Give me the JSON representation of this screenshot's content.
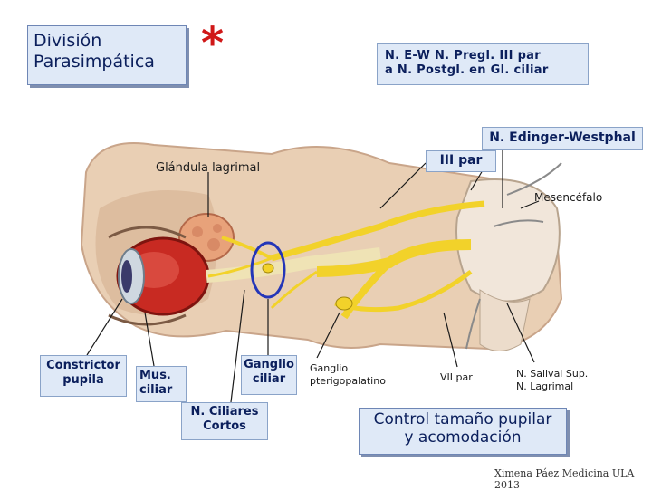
{
  "title": "División Parasimpática",
  "asterisk": "*",
  "top_note": {
    "line1": "N. E-W N. Pregl. III par",
    "line2": "a N. Postgl.  en Gl. ciliar"
  },
  "labels": {
    "edinger_westphal": "N. Edinger-Westphal",
    "iii_par": "III par",
    "glandula_lagrimal": "Glándula lagrimal",
    "mesencefalo": "Mesencéfalo",
    "constrictor_line1": "Constrictor",
    "constrictor_line2": "pupila",
    "mus_line1": "Mus.",
    "mus_line2": "ciliar",
    "ganglio_ciliar_line1": "Ganglio",
    "ganglio_ciliar_line2": "ciliar",
    "ciliares_line1": "N. Ciliares",
    "ciliares_line2": "Cortos",
    "ptg_line1": "Ganglio",
    "ptg_line2": "pterigopalatino",
    "vii_par": "VII par",
    "salival_line1": "N. Salival Sup.",
    "salival_line2": "N. Lagrimal"
  },
  "control_box": {
    "line1": "Control tamaño pupilar",
    "line2": "y acomodación"
  },
  "credit": "Ximena Páez Medicina ULA 2013",
  "colors": {
    "box_fill": "#dfe9f7",
    "box_text": "#0b1f5c",
    "asterisk": "#d01818",
    "nerve_yellow": "#f2d22a",
    "eye_red": "#c82a22",
    "highlight_ring": "#2436b8"
  }
}
